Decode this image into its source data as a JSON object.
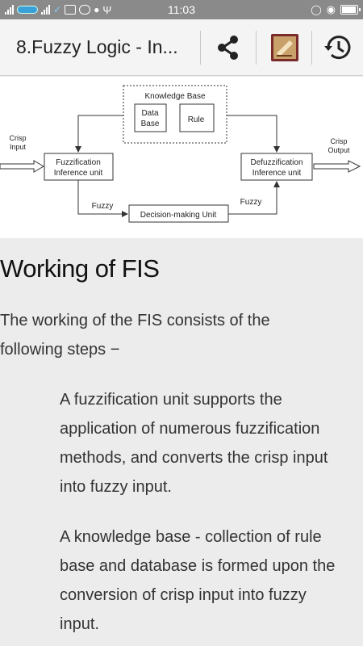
{
  "status_bar": {
    "time": "11:03",
    "left_icons": [
      "signal-icon",
      "operator-logo-icon",
      "signal-icon",
      "bird-icon",
      "mail-icon",
      "zalo-icon",
      "cat-icon",
      "usb-icon"
    ],
    "right_icons": [
      "alarm-icon",
      "eye-icon",
      "battery-icon"
    ]
  },
  "app_bar": {
    "title": "8.Fuzzy Logic - In...",
    "actions": [
      "share-icon",
      "book-icon",
      "history-icon"
    ]
  },
  "diagram": {
    "knowledge_base": "Knowledge Base",
    "data_base_line1": "Data",
    "data_base_line2": "Base",
    "rule": "Rule",
    "crisp_input_line1": "Crisp",
    "crisp_input_line2": "Input",
    "fuzzification_line1": "Fuzzification",
    "fuzzification_line2": "Inference unit",
    "defuzzification_line1": "Defuzzification",
    "defuzzification_line2": "Inference unit",
    "crisp_output_line1": "Crisp",
    "crisp_output_line2": "Output",
    "fuzzy_left": "Fuzzy",
    "fuzzy_right": "Fuzzy",
    "decision_unit": "Decision-making Unit"
  },
  "content": {
    "heading": "Working of FIS",
    "intro_line1": "The working of the FIS consists of the",
    "intro_line2": "following steps −",
    "steps": [
      {
        "line1": "A fuzzification unit supports the",
        "line2": "application of numerous fuzzification",
        "line3": "methods, and converts the crisp input",
        "line4": "into fuzzy input."
      },
      {
        "line1": "A knowledge base - collection of rule",
        "line2": "base and database is formed upon the",
        "line3": "conversion of crisp input into fuzzy",
        "line4": "input."
      }
    ]
  }
}
